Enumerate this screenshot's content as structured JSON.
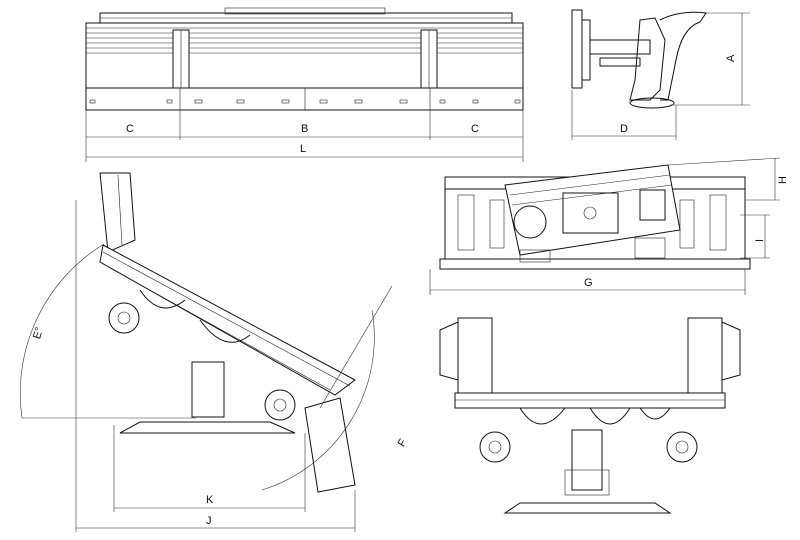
{
  "dimension_labels": {
    "A": "A",
    "B": "B",
    "C_left": "C",
    "C_right": "C",
    "D": "D",
    "E": "E°",
    "F": "F",
    "G": "G",
    "H": "H",
    "I": "I",
    "J": "J",
    "K": "K",
    "L": "L"
  },
  "colors": {
    "line": "#111111",
    "background": "#ffffff"
  }
}
